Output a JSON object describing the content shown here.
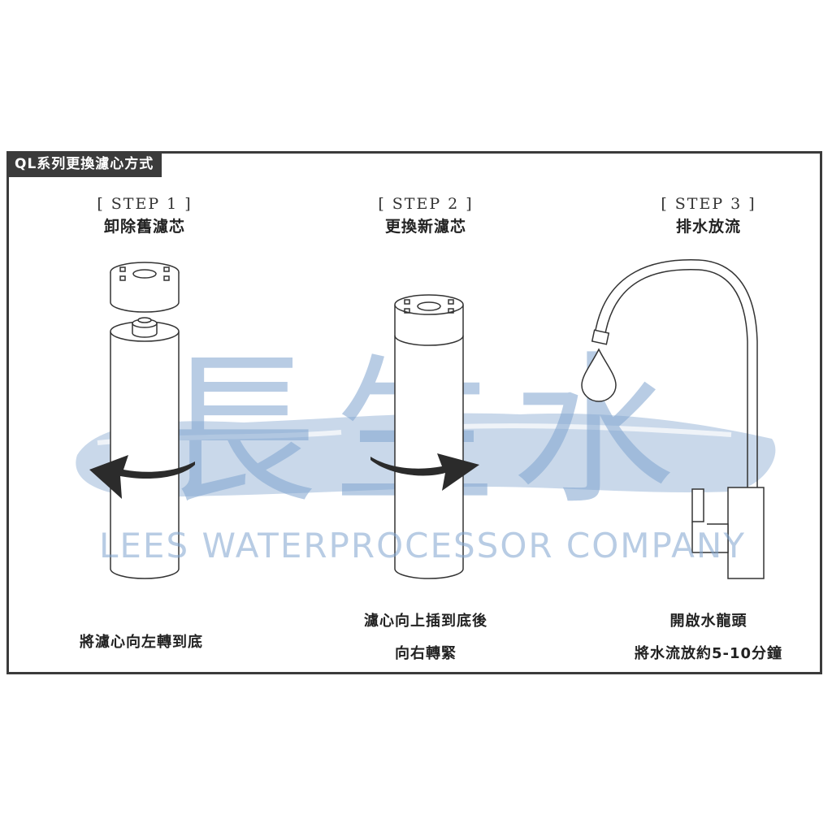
{
  "header": {
    "title": "QL系列更換濾心方式"
  },
  "watermark": {
    "chinese": "長生水",
    "english": "LEES WATERPROCESSOR COMPANY"
  },
  "steps": [
    {
      "label": "[ STEP 1 ]",
      "title": "卸除舊濾芯",
      "caption": [
        "將濾心向左轉到底"
      ]
    },
    {
      "label": "[ STEP 2 ]",
      "title": "更換新濾芯",
      "caption": [
        "濾心向上插到底後",
        "向右轉緊"
      ]
    },
    {
      "label": "[ STEP 3 ]",
      "title": "排水放流",
      "caption": [
        "開啟水龍頭",
        "將水流放約5-10分鐘"
      ]
    }
  ],
  "colors": {
    "frame": "#3b3b3b",
    "watermark": "#8fb0d4",
    "line": "#333333",
    "arrow": "#2b2b2b"
  },
  "icons": [
    "filter-cartridge-icon",
    "filter-cap-icon",
    "rotate-left-arrow-icon",
    "rotate-right-arrow-icon",
    "faucet-icon",
    "water-drop-icon"
  ]
}
